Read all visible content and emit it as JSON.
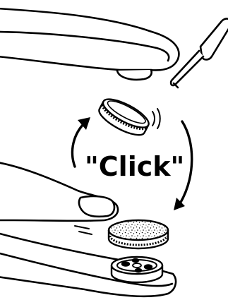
{
  "callout": {
    "text": "\"Click\""
  },
  "colors": {
    "ink": "#000000",
    "paper": "#ffffff"
  },
  "icons": [
    "upper-arm-shape",
    "screwdriver-icon",
    "cap-disc",
    "finger-shape",
    "filter-disc",
    "lower-arm-shape",
    "socket-disc",
    "rotation-arrow-icon",
    "motion-lines"
  ]
}
